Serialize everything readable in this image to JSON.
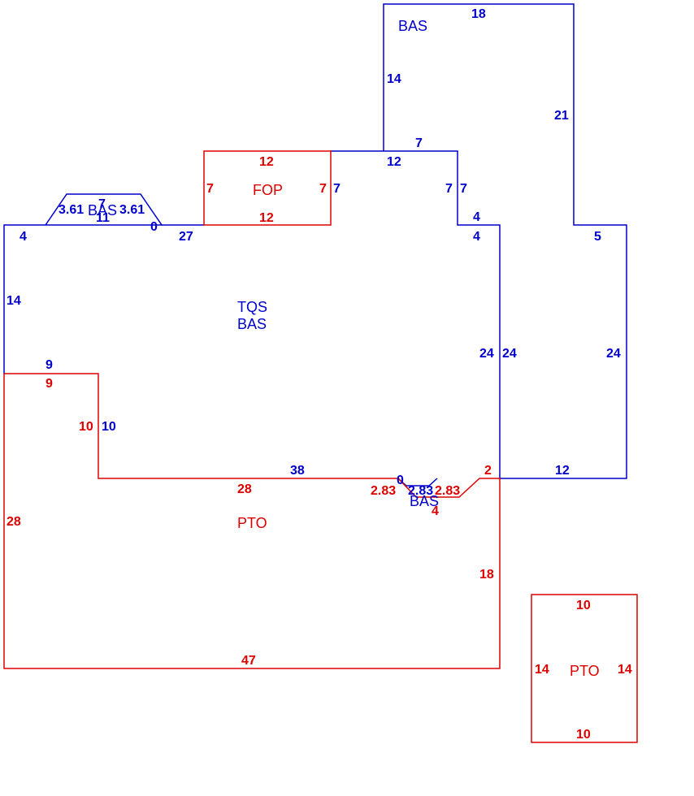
{
  "colors": {
    "blue": "#0000cc",
    "red": "#dd0000",
    "background": "#ffffff"
  },
  "areas": {
    "main_code_1": "TQS",
    "main_code_2": "BAS",
    "upper_right": "BAS",
    "fop": "FOP",
    "bay_left": "BAS",
    "bay_bottom": "BAS",
    "pto_large": "PTO",
    "pto_small": "PTO"
  },
  "dimensions": {
    "top_right_top": "18",
    "top_right_left": "14",
    "top_right_right": "21",
    "notch_top": "7",
    "notch_bottom": "12",
    "notch_side_a": "7",
    "notch_side_b": "7",
    "fop_top": "12",
    "fop_bottom": "12",
    "fop_left": "7",
    "fop_right_red": "7",
    "fop_right_blue": "7",
    "step_top": "4",
    "step_bottom": "4",
    "right_wing_top": "5",
    "right_wing_right": "24",
    "right_wing_bottom": "12",
    "inner_right_a": "24",
    "inner_right_b": "24",
    "bay_top": "7",
    "bay_bottom": "11",
    "bay_side_left": "3.61",
    "bay_side_right": "3.61",
    "bay_zero": "0",
    "left_top": "4",
    "top_27": "27",
    "left_side": "14",
    "step9_blue": "9",
    "step9_red": "9",
    "step10_red": "10",
    "step10_blue": "10",
    "bottom_38": "38",
    "bottom_bay_zero": "0",
    "bottom_bay_side_blue": "2.83",
    "bottom_bay_side_red_left": "2.83",
    "bottom_bay_side_red_right": "2.83",
    "bottom_bay_bottom": "4",
    "bottom_bay_2": "2",
    "pto_top": "28",
    "pto_left": "28",
    "pto_right": "18",
    "pto_bottom": "47",
    "pto_small_top": "10",
    "pto_small_bottom": "10",
    "pto_small_left": "14",
    "pto_small_right": "14"
  }
}
